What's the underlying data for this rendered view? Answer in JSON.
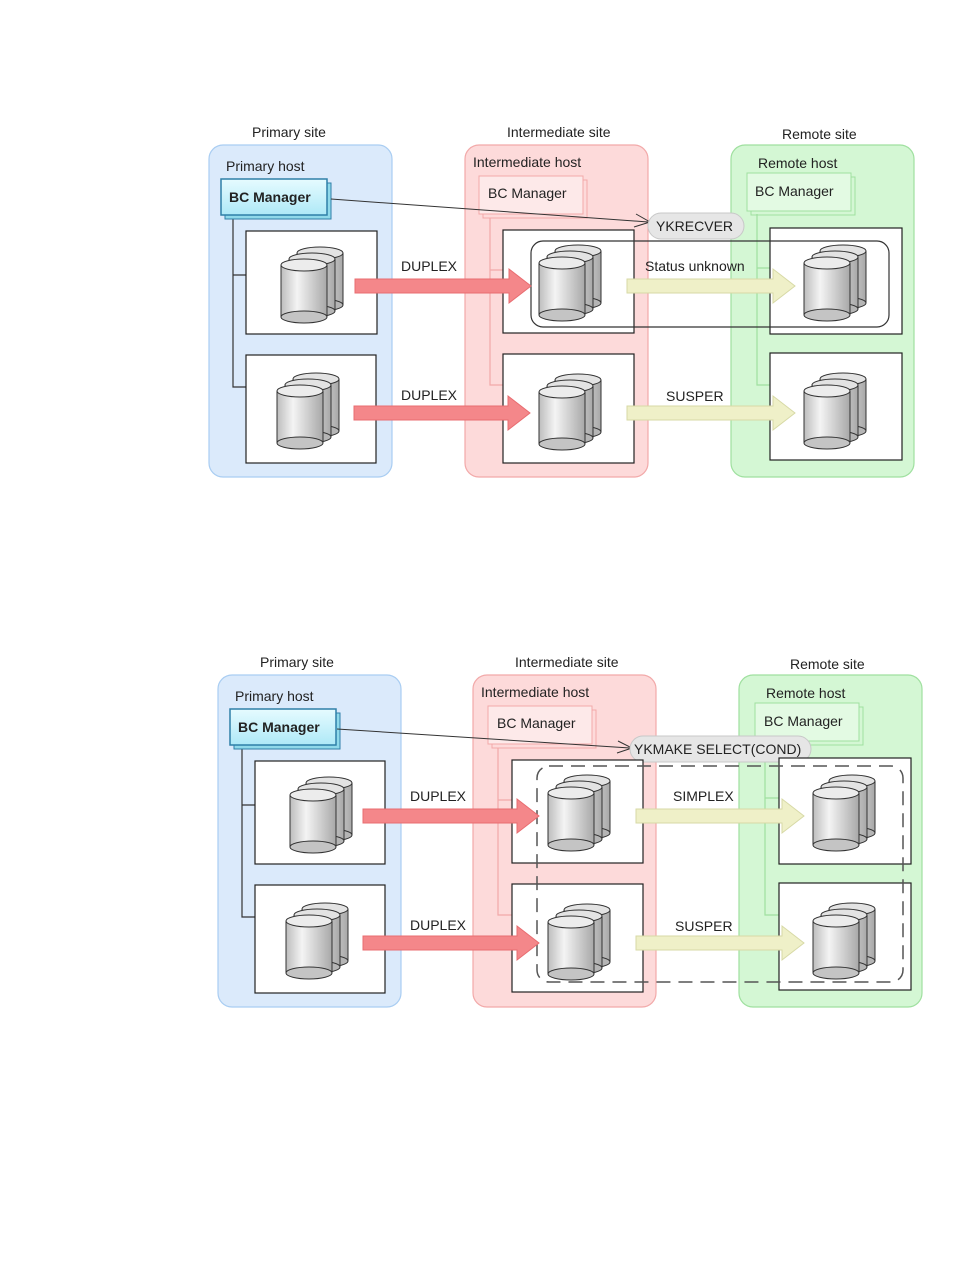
{
  "diagrams": [
    {
      "sites": {
        "primary": {
          "label": "Primary site",
          "host": "Primary host",
          "bc_manager": "BC Manager"
        },
        "intermediate": {
          "label": "Intermediate site",
          "host": "Intermediate host",
          "bc_manager": "BC Manager"
        },
        "remote": {
          "label": "Remote site",
          "host": "Remote host",
          "bc_manager": "BC Manager"
        }
      },
      "command": "YKRECVER",
      "links": [
        {
          "from": "primary",
          "to": "intermediate",
          "row": 1,
          "status": "DUPLEX"
        },
        {
          "from": "primary",
          "to": "intermediate",
          "row": 2,
          "status": "DUPLEX"
        },
        {
          "from": "intermediate",
          "to": "remote",
          "row": 1,
          "status": "Status unknown"
        },
        {
          "from": "intermediate",
          "to": "remote",
          "row": 2,
          "status": "SUSPER"
        }
      ]
    },
    {
      "sites": {
        "primary": {
          "label": "Primary site",
          "host": "Primary host",
          "bc_manager": "BC Manager"
        },
        "intermediate": {
          "label": "Intermediate site",
          "host": "Intermediate host",
          "bc_manager": "BC Manager"
        },
        "remote": {
          "label": "Remote site",
          "host": "Remote host",
          "bc_manager": "BC Manager"
        }
      },
      "command": "YKMAKE SELECT(COND)",
      "links": [
        {
          "from": "primary",
          "to": "intermediate",
          "row": 1,
          "status": "DUPLEX"
        },
        {
          "from": "primary",
          "to": "intermediate",
          "row": 2,
          "status": "DUPLEX"
        },
        {
          "from": "intermediate",
          "to": "remote",
          "row": 1,
          "status": "SIMPLEX"
        },
        {
          "from": "intermediate",
          "to": "remote",
          "row": 2,
          "status": "SUSPER"
        }
      ]
    }
  ]
}
